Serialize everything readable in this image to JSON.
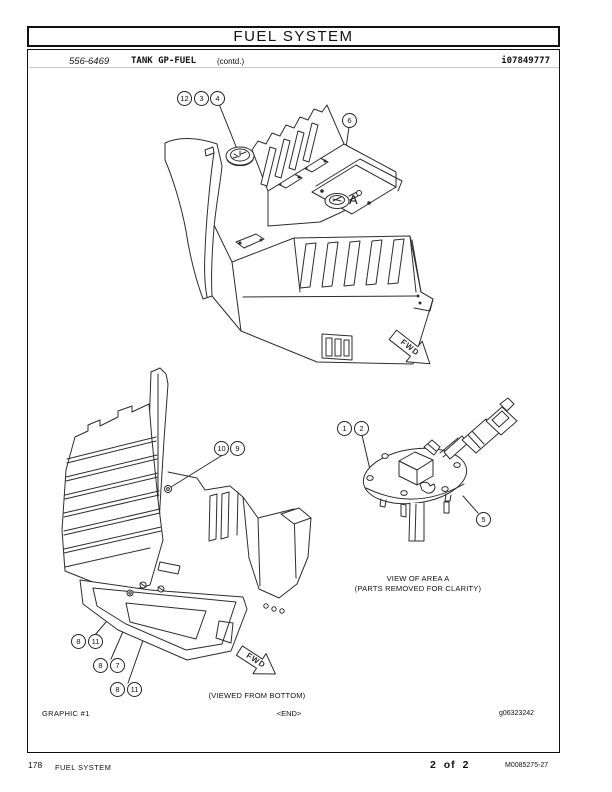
{
  "header": {
    "title": "FUEL SYSTEM"
  },
  "part_line": {
    "part_number": "556-6469",
    "title": "TANK GP-FUEL",
    "suffix": "(contd.)",
    "doc_id": "i07849777"
  },
  "figure": {
    "graphic_label": "GRAPHIC #1",
    "end_marker": "<END>",
    "graphic_id": "g06323242",
    "fwd_label": "FWD",
    "area_label": "A",
    "sender_caption_line1": "VIEW OF AREA A",
    "sender_caption_line2": "(PARTS REMOVED FOR CLARITY)",
    "bottom_view_caption": "(VIEWED FROM BOTTOM)"
  },
  "callouts": {
    "c12": "12",
    "c3": "3",
    "c4": "4",
    "c6": "6",
    "c10": "10",
    "c9": "9",
    "c1": "1",
    "c2": "2",
    "c5": "5",
    "c8a": "8",
    "c11a": "11",
    "c8b": "8",
    "c7": "7",
    "c8c": "8",
    "c11b": "11"
  },
  "footer": {
    "page_number": "178",
    "section": "FUEL SYSTEM",
    "page_of": "2 of 2",
    "doc_code": "M0085275-27"
  },
  "colors": {
    "line": "#2d2d2d",
    "rule": "#c8c8c8"
  }
}
